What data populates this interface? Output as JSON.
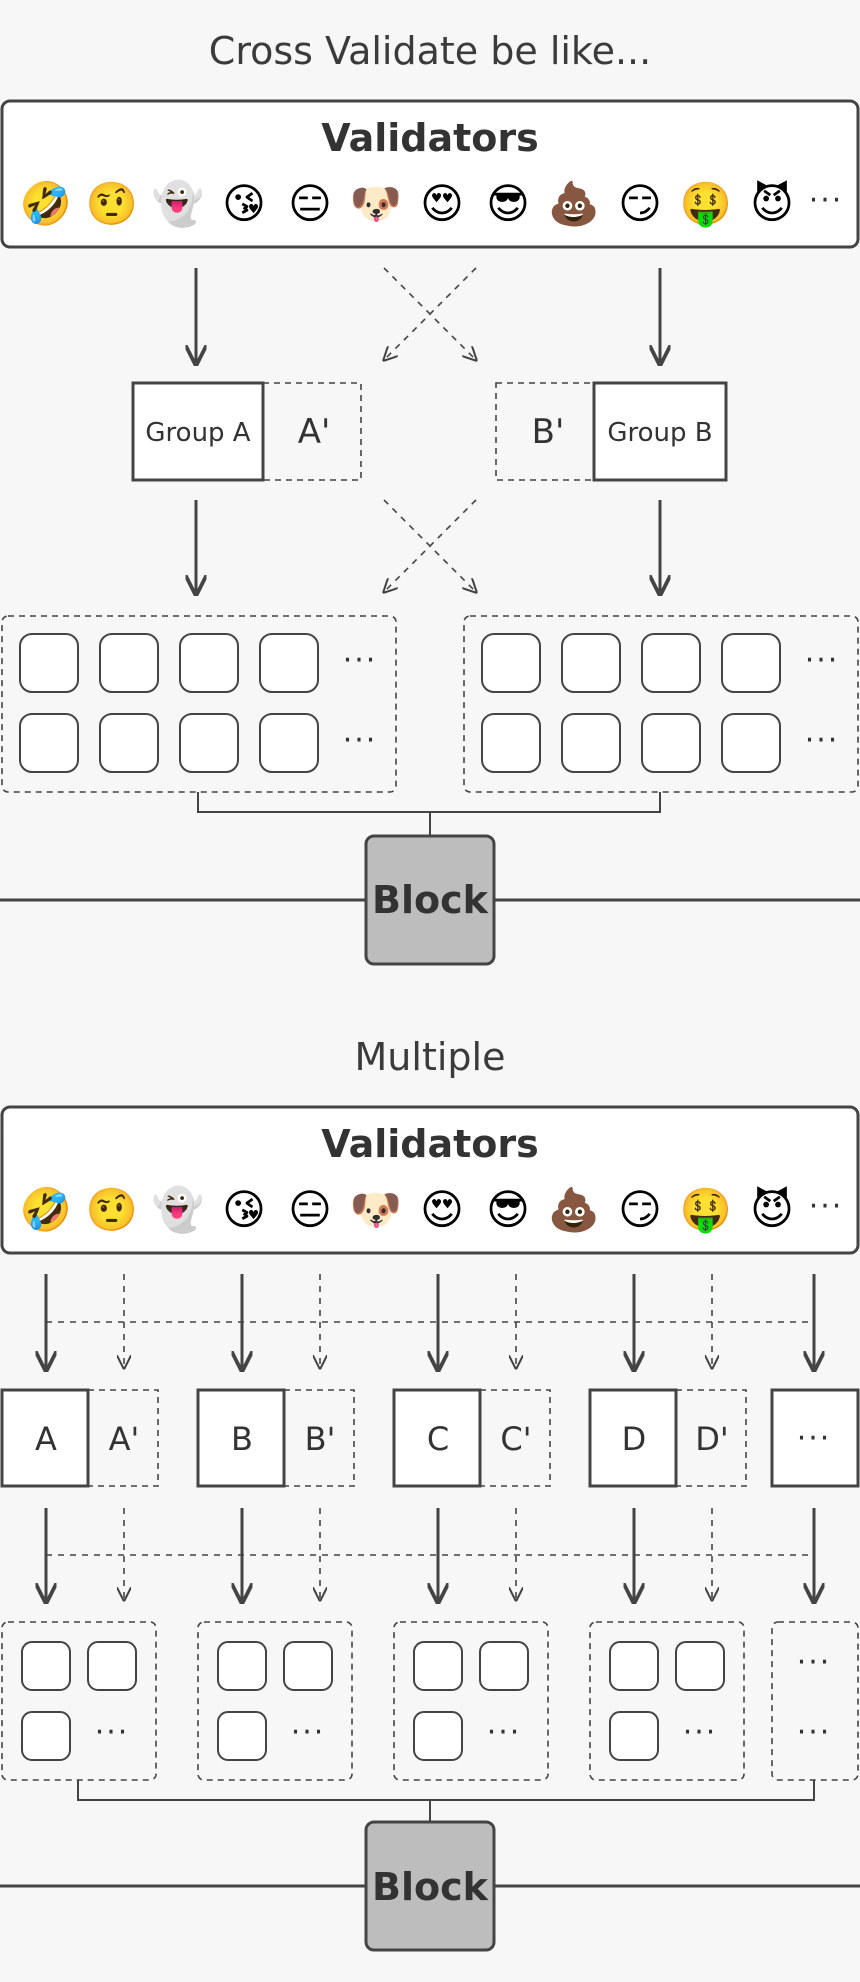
{
  "section1": {
    "title": "Cross Validate be like...",
    "validators_title": "Validators",
    "emojis": [
      "🤣",
      "🤨",
      "👻",
      "😘",
      "😑",
      "🐶",
      "😍",
      "😎",
      "💩",
      "😏",
      "🤑",
      "😈"
    ],
    "ellipsis": "···",
    "group_a": "Group A",
    "group_a_prime": "A'",
    "group_b": "Group B",
    "group_b_prime": "B'",
    "block": "Block"
  },
  "section2": {
    "title": "Multiple",
    "validators_title": "Validators",
    "emojis": [
      "🤣",
      "🤨",
      "👻",
      "😘",
      "😑",
      "🐶",
      "😍",
      "😎",
      "💩",
      "😏",
      "🤑",
      "😈"
    ],
    "ellipsis": "···",
    "groups": [
      {
        "label": "A",
        "prime": "A'"
      },
      {
        "label": "B",
        "prime": "B'"
      },
      {
        "label": "C",
        "prime": "C'"
      },
      {
        "label": "D",
        "prime": "D'"
      }
    ],
    "more": "···",
    "block": "Block"
  }
}
